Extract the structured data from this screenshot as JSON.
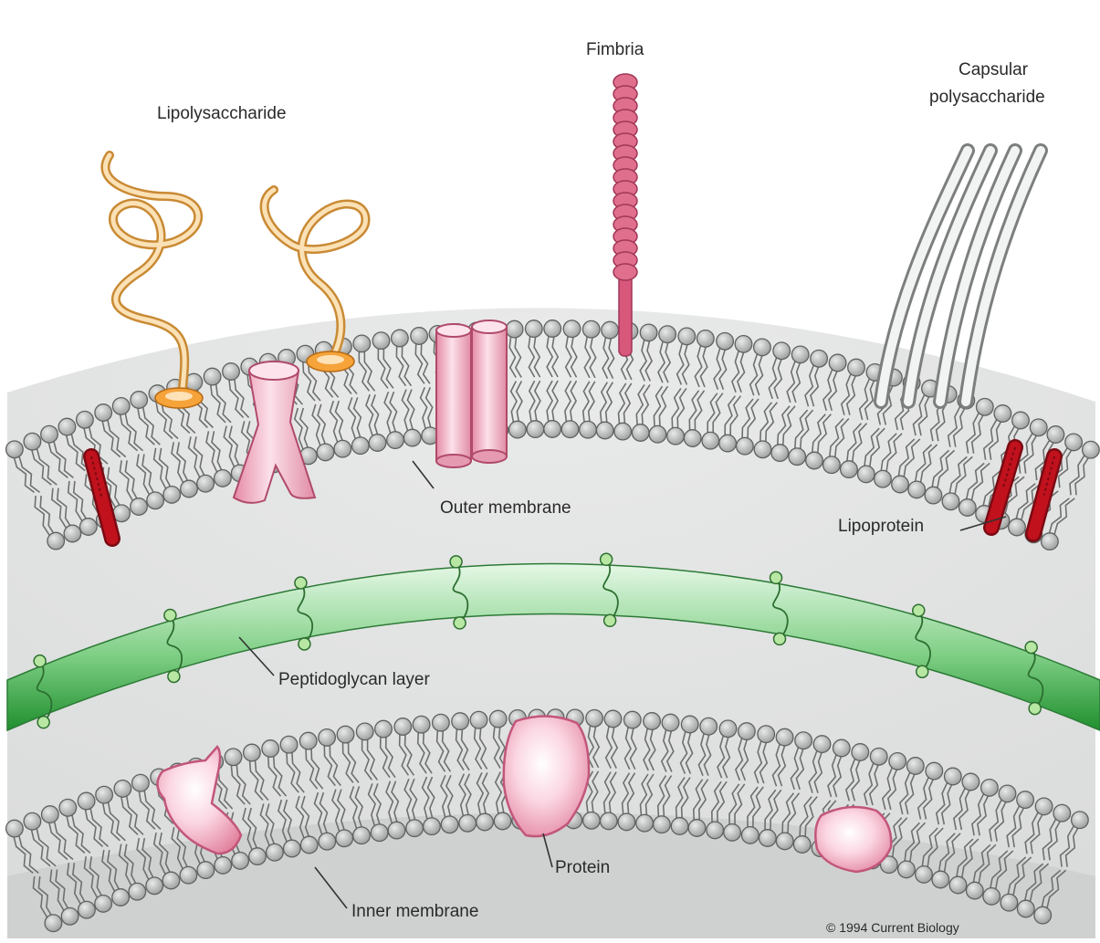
{
  "labels": {
    "lipopolysaccharide": "Lipolysaccharide",
    "fimbria": "Fimbria",
    "capsular_line1": "Capsular",
    "capsular_line2": "polysaccharide",
    "outer_membrane": "Outer membrane",
    "lipoprotein": "Lipoprotein",
    "peptidoglycan": "Peptidoglycan layer",
    "protein": "Protein",
    "inner_membrane": "Inner membrane",
    "copyright": "© 1994 Current Biology"
  },
  "colors": {
    "periplasm": "#e3e4e3",
    "cytoplasm": "#d4d6d5",
    "lipid_head": "#b9bcbb",
    "lipid_head_edge": "#5e6160",
    "lipid_tail": "#6e706f",
    "peptidoglycan_light": "#d8f3db",
    "peptidoglycan_dark": "#1f8f2e",
    "crosslink": "#b8e7a3",
    "lps_chain": "#f0b25a",
    "lps_anchor": "#f6a33a",
    "protein_pink": "#f3a8bf",
    "protein_pink_dark": "#d56d8d",
    "fimbria": "#e06f8d",
    "lipoprotein": "#c0111d",
    "capsule": "#d4d7d6"
  },
  "icons": [
    "lps-chain-icon",
    "porin-icon",
    "fimbria-icon",
    "capsule-icon",
    "lipoprotein-icon",
    "protein-icon"
  ]
}
